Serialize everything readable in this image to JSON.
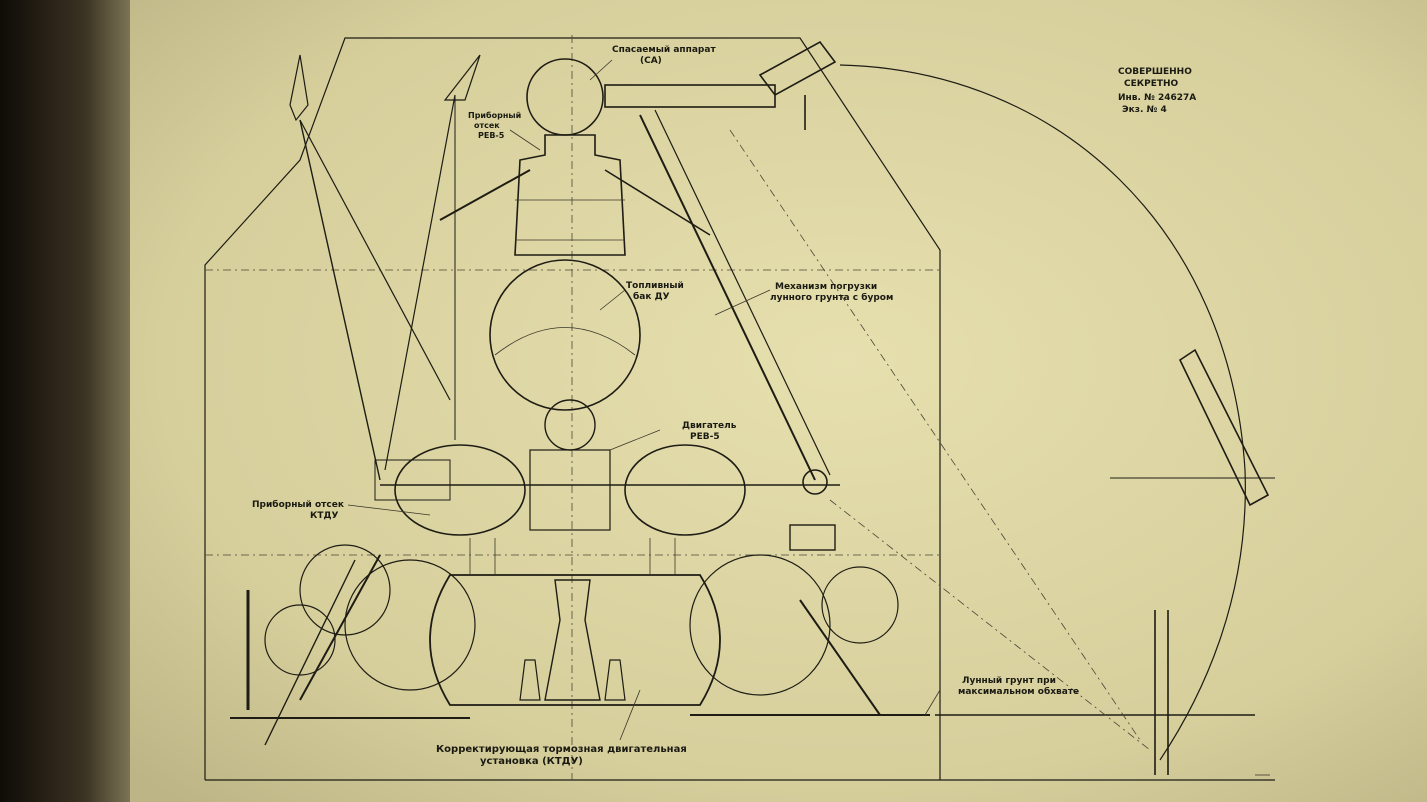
{
  "stamp": {
    "line1": "СОВЕРШЕННО",
    "line2": "СЕКРЕТНО",
    "line3": "Инв. № 24627А",
    "line4": "Экз. № 4"
  },
  "labels": {
    "return_vehicle_1": "Спасаемый аппарат",
    "return_vehicle_2": "(СА)",
    "instrument_bay_1": "Приборный",
    "instrument_bay_2": "отсек",
    "instrument_bay_3": "РЕВ-5",
    "fuel_tank_1": "Топливный",
    "fuel_tank_2": "бак ДУ",
    "loading_mech_1": "Механизм погрузки",
    "loading_mech_2": "лунного грунта с буром",
    "engine_1": "Двигатель",
    "engine_2": "РЕВ-5",
    "ktdu_bay_1": "Приборный отсек",
    "ktdu_bay_2": "КТДУ",
    "lunar_soil_1": "Лунный грунт при",
    "lunar_soil_2": "максимальном обхвате",
    "ktdu_1": "Корректирующая тормозная двигательная",
    "ktdu_2": "установка (КТДУ)"
  },
  "colors": {
    "paper": "#d9d2a0",
    "ink": "#1e1c14",
    "background": "#2a2418"
  }
}
